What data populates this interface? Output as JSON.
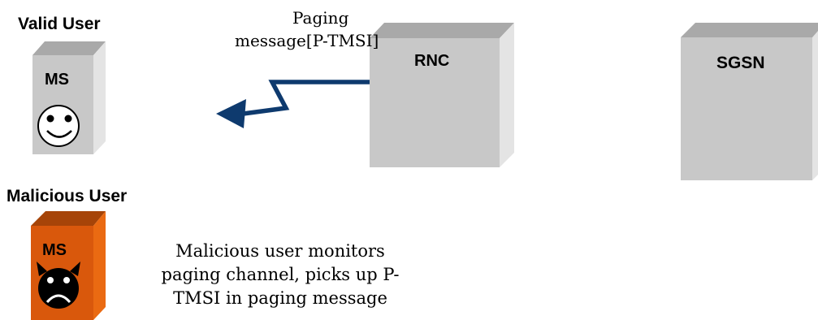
{
  "valid_user": {
    "heading": "Valid User",
    "device_label": "MS",
    "face_icon": "smiley-face-icon"
  },
  "malicious_user": {
    "heading": "Malicious User",
    "device_label": "MS",
    "face_icon": "devil-frown-face-icon"
  },
  "rnc": {
    "label": "RNC"
  },
  "sgsn": {
    "label": "SGSN"
  },
  "paging_message": {
    "line1": "Paging",
    "line2": "message[P-TMSI]",
    "arrow_icon": "lightning-arrow-icon"
  },
  "annotation": {
    "line1": "Malicious user monitors",
    "line2": "paging channel, picks up P-",
    "line3": "TMSI in paging message"
  },
  "colors": {
    "box_front": "#c8c8c8",
    "box_top": "#a9a9a9",
    "box_side": "#e4e4e4",
    "malicious_front": "#d9580c",
    "malicious_top": "#a64408",
    "malicious_side": "#ea6a12",
    "arrow": "#0e3a6e"
  }
}
